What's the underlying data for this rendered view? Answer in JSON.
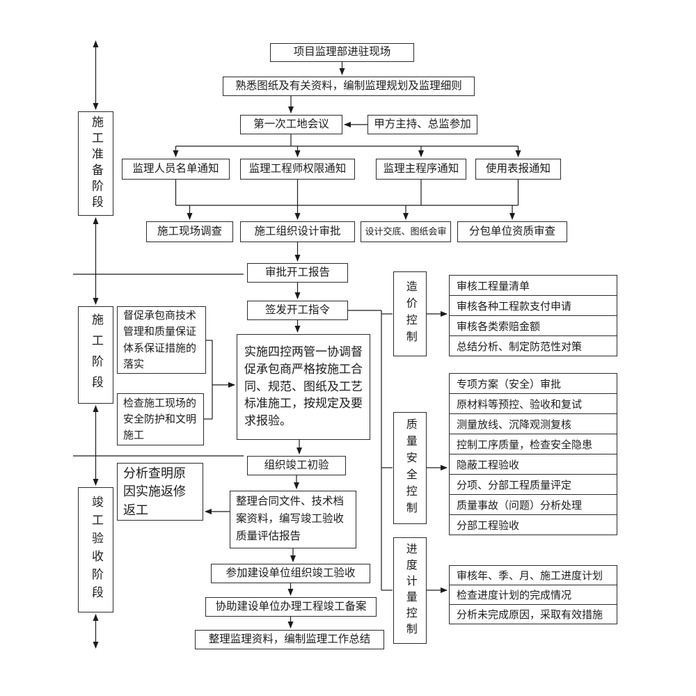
{
  "diagram": {
    "phases": [
      {
        "label": "施工准备阶段"
      },
      {
        "label": "施工阶段"
      },
      {
        "label": "竣工验收阶段"
      }
    ],
    "flow": {
      "enter_site": "项目监理部进驻现场",
      "familiarize": "熟悉图纸及有关资料，编制监理规划及监理细则",
      "first_meeting": "第一次工地会议",
      "meeting_note": "甲方主持、总监参加",
      "notices": [
        "监理人员名单通知",
        "监理工程师权限通知",
        "监理主程序通知",
        "使用表报通知"
      ],
      "reviews": [
        "施工现场调查",
        "施工组织设计审批",
        "设计交底、图纸会审",
        "分包单位资质审查"
      ],
      "approve_start_report": "审批开工报告",
      "issue_start_order": "签发开工指令",
      "main_supervision": "实施四控两管一协调督促承包商严格按施工合同、规范、图纸及工艺标准施工，按规定及要求报验。",
      "supervise_contractor": "督促承包商技术管理和质量保证体系保证措施的落实",
      "site_safety_check": "检查施工现场的安全防护和文明施工",
      "initial_acceptance": "组织竣工初验",
      "quality_report": "整理合同文件、技术档案资料，编写竣工验收质量评估报告",
      "rework": "分析查明原因实施返修返工",
      "final_acceptance": "参加建设单位组织竣工验收",
      "filing": "协助建设单位办理工程竣工备案",
      "summary": "整理监理资料，编制监理工作总结"
    },
    "controls": [
      {
        "label": "造价控制",
        "items": [
          "审核工程量清单",
          "审核各种工程款支付申请",
          "审核各类索赔金额",
          "总结分析、制定防范性对策"
        ]
      },
      {
        "label": "质量安全控制",
        "items": [
          "专项方案（安全）审批",
          "原材料等预控、验收和复试",
          "测量放线、沉降观测复核",
          "控制工序质量，检查安全隐患",
          "隐蔽工程验收",
          "分项、分部工程质量评定",
          "质量事故（问题）分析处理",
          "分部工程验收"
        ]
      },
      {
        "label": "进度计量控制",
        "items": [
          "审核年、季、月、施工进度计划",
          "检查进度计划的完成情况",
          "分析未完成原因，采取有效措施"
        ]
      }
    ]
  }
}
